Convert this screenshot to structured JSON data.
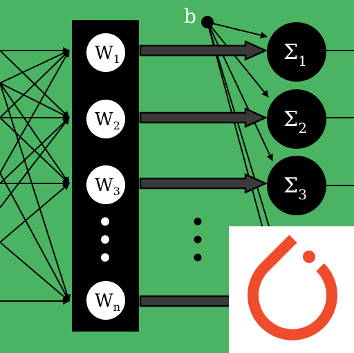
{
  "colors": {
    "background": "#4bb462",
    "weight_column": "#000000",
    "weight_node": "#ffffff",
    "sum_node": "#000000",
    "arrow_fill": "#3a3a3a",
    "logo": "#ee4c2c"
  },
  "bias": {
    "label": "b"
  },
  "weights": [
    {
      "base": "W",
      "sub": "1"
    },
    {
      "base": "W",
      "sub": "2"
    },
    {
      "base": "W",
      "sub": "3"
    },
    {
      "base": "W",
      "sub": "n"
    }
  ],
  "sums": [
    {
      "base": "Σ",
      "sub": "1"
    },
    {
      "base": "Σ",
      "sub": "2"
    },
    {
      "base": "Σ",
      "sub": "3"
    }
  ],
  "logo": {
    "icon": "pytorch-logo-icon"
  }
}
